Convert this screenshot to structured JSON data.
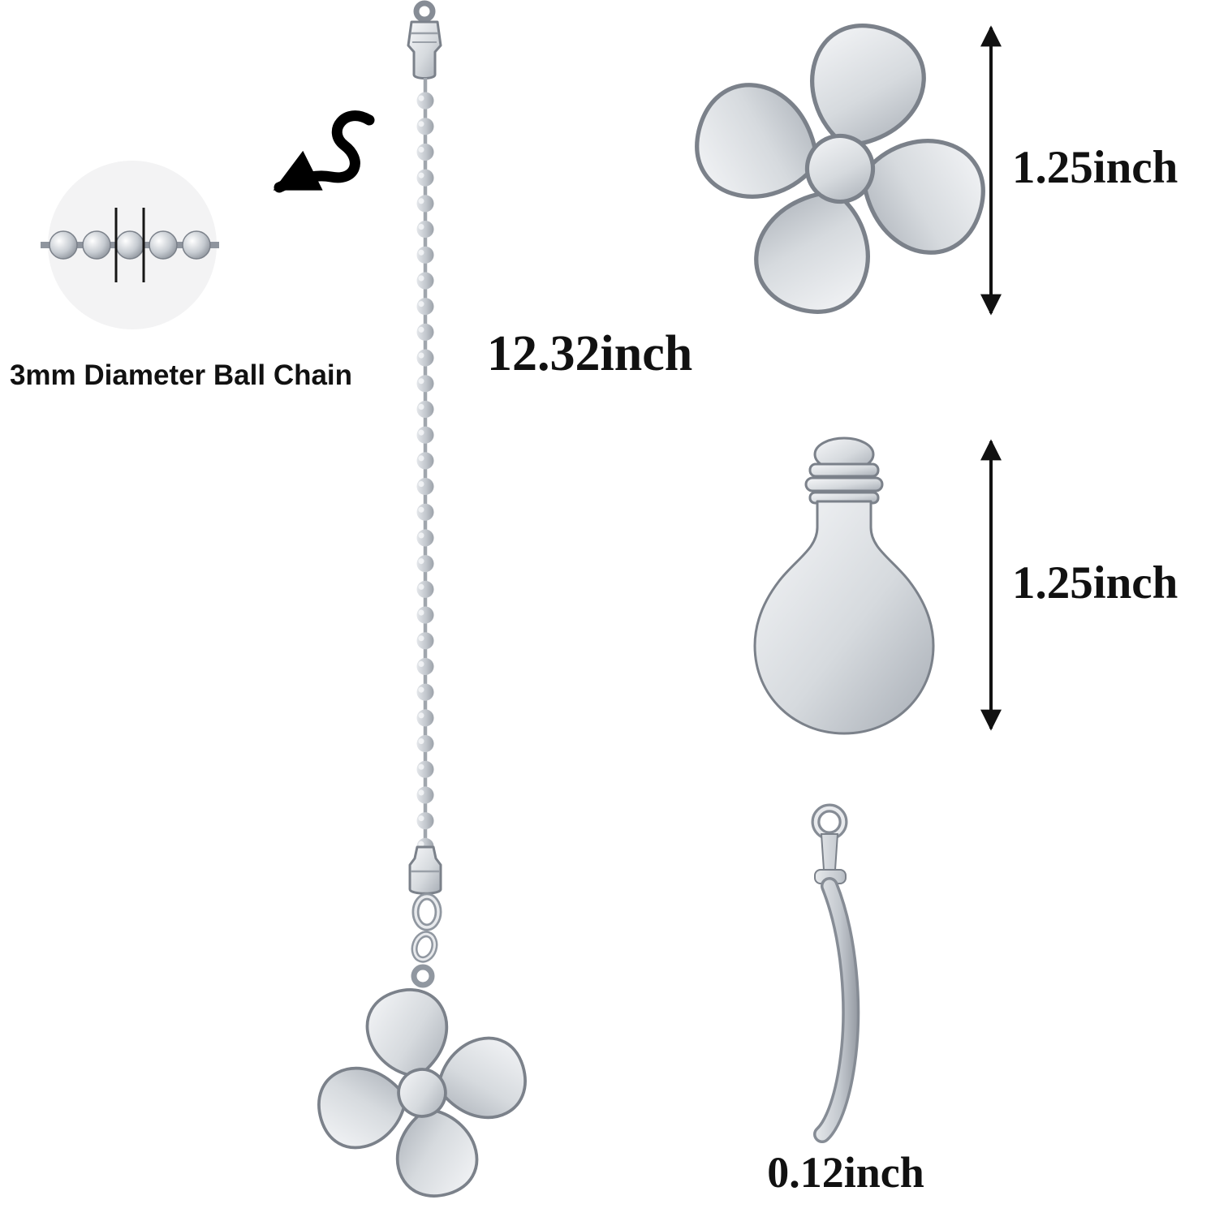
{
  "page": {
    "background": "#ffffff",
    "description_labels_only": true
  },
  "labels": {
    "closeup_caption": "3mm Diameter Ball Chain",
    "chain_length": "12.32inch",
    "fan_size": "1.25inch",
    "bulb_size": "1.25inch",
    "thickness": "0.12inch"
  },
  "colors": {
    "metal_light": "#f6f7f9",
    "metal_mid": "#c7ccd2",
    "metal_dark": "#868c95",
    "outline": "#7b818a",
    "annotation_text": "#111111",
    "arrow_black": "#000000",
    "closeup_circle_bg": "#f3f3f4"
  },
  "icons": {
    "fan_pendant": "four-blade ceiling-fan pull ornament",
    "bulb_pendant": "light-bulb pull ornament",
    "ball_chain": "beaded pull chain with end connectors",
    "ball_chain_closeup": "magnified circle showing ball chain links",
    "squiggle_arrow": "black wavy callout arrow",
    "dimension_arrow": "double-headed vertical measurement arrow",
    "pendant_side_view": "thin side profile of pendant with hanging loop"
  }
}
